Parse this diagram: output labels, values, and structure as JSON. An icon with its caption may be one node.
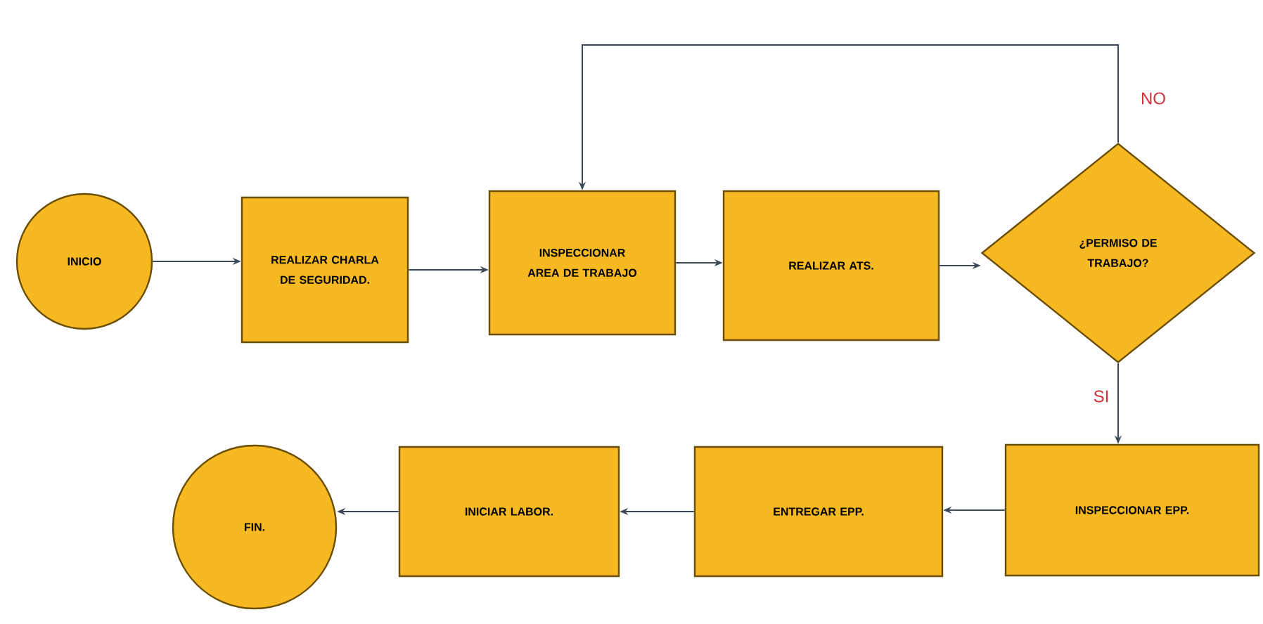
{
  "diagram": {
    "nodes": [
      {
        "text": [
          "INICIO"
        ]
      },
      {
        "text": [
          "REALIZAR CHARLA DE SEGURIDAD."
        ]
      },
      {
        "text": [
          "INSPECCIONAR AREA DE TRABAJO"
        ]
      },
      {
        "text": [
          "REALIZAR ATS."
        ]
      },
      {
        "text": [
          "¿PERMISO DE TRABAJO?"
        ]
      },
      {
        "text": [
          "INSPECCIONAR EPP."
        ]
      },
      {
        "text": [
          "ENTREGAR EPP."
        ]
      },
      {
        "text": [
          "INICIAR LABOR."
        ]
      },
      {
        "text": [
          "FIN."
        ]
      }
    ],
    "edges": [
      {
        "from": 0,
        "to": 1,
        "arrow": "to"
      },
      {
        "from": 1,
        "to": 2,
        "arrow": "to"
      },
      {
        "from": 2,
        "to": 3,
        "arrow": "to"
      },
      {
        "from": 3,
        "to": 4,
        "arrow": "to"
      },
      {
        "from": 4,
        "to": 2,
        "arrow": "to",
        "label": "NO"
      },
      {
        "from": 4,
        "to": 5,
        "arrow": "to",
        "label": "SI"
      },
      {
        "from": 5,
        "to": 6,
        "arrow": "to"
      },
      {
        "from": 6,
        "to": 7,
        "arrow": "to"
      },
      {
        "from": 7,
        "to": 8,
        "arrow": "to"
      }
    ]
  }
}
